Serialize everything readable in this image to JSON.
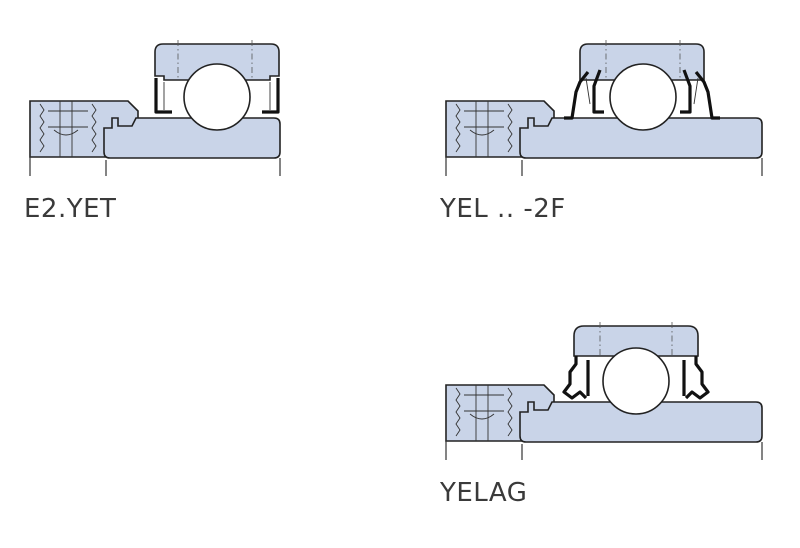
{
  "figure": {
    "panels": [
      {
        "id": "e2-yet",
        "label": "E2.YET"
      },
      {
        "id": "yel-2f",
        "label": "YEL .. -2F"
      },
      {
        "id": "yelag",
        "label": "YELAG"
      }
    ]
  },
  "colors": {
    "fill": "#c9d4e8",
    "outline": "#222222",
    "seal": "#111111",
    "background": "#ffffff",
    "label_text": "#3a3a3a"
  }
}
